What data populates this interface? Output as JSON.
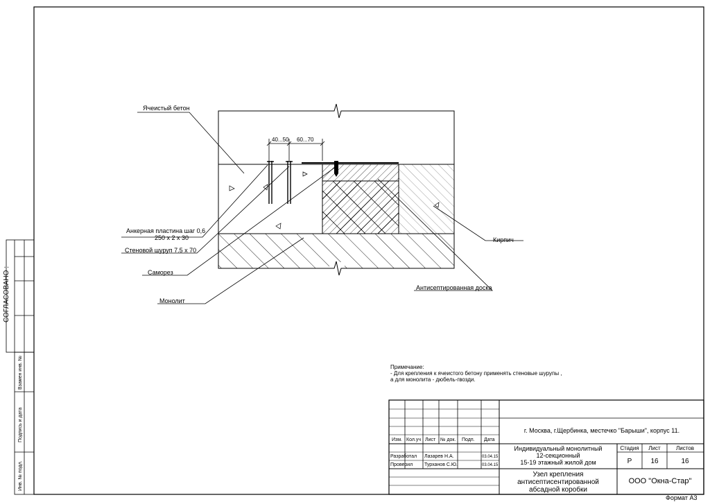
{
  "labels": {
    "aerated_concrete": "Ячеистый бетон",
    "anchor_plate_1": "Анкерная пластина шаг  0,6",
    "anchor_plate_2": "250 х 2 х 30",
    "wall_screw": "Стеновой шуруп 7.5 х 70",
    "self_tapping_screw": "Саморез",
    "monolith": "Монолит",
    "brick": "Кирпич",
    "antiseptic_board": "Антисептированная доска"
  },
  "dimensions": {
    "d1": "40...50",
    "d2": "60...70"
  },
  "note": {
    "title": "Примечание:",
    "line1": "- Для крепления к ячеистого бетону применять стеновые шурупы  ,",
    "line2": "  а для монолита  - дюбель-гвозди."
  },
  "side_stamps": {
    "agreed": "СОГЛАСОВАНО :",
    "replace_inv": "Взамен инв. №",
    "sign_date": "Подпись и дата",
    "inv_orig": "Инв. № подл."
  },
  "title_block": {
    "headers": [
      "Изм.",
      "Кол.уч",
      "Лист",
      "№ док.",
      "Подп.",
      "Дата"
    ],
    "developed_role": "Разработал",
    "developed_name": "Лазарев Н.А.",
    "developed_date": "03.04.15",
    "checked_role": "Проверил",
    "checked_name": "Турханов С.Ю.",
    "checked_date": "03.04.15",
    "address": "г. Москва, г.Щербинка, местечко \"Барыши\", корпус 11.",
    "project_1": "Индивидуальный монолитный",
    "project_2": "12-секционный",
    "project_3": "15-19 этажный жилой дом",
    "stage_label": "Стадия",
    "sheet_label": "Лист",
    "sheets_label": "Листов",
    "stage": "Р",
    "sheet": "16",
    "sheets": "16",
    "drawing_1": "Узел крепления",
    "drawing_2": "антисептисентированной",
    "drawing_3": "абсадной коробки",
    "company": "ООО \"Окна-Стар\""
  },
  "format": "Формат А3"
}
